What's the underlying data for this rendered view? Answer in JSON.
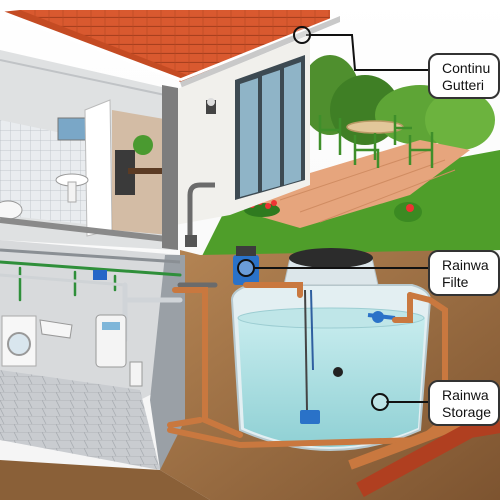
{
  "callouts": [
    {
      "id": "guttering",
      "line1": "Continu",
      "line2": "Gutteri"
    },
    {
      "id": "filter",
      "line1": "Rainwa",
      "line2": "Filte"
    },
    {
      "id": "storage",
      "line1": "Rainwa",
      "line2": "Storage"
    }
  ],
  "colors": {
    "roof": "#d4552f",
    "wall": "#f0efeb",
    "pipe": "#c9783f",
    "soil": "#9a6b3e",
    "grass": "#4f9e2a",
    "water": "#a8dde0",
    "tank": "#e3eff2",
    "patio": "#e6a57d",
    "basement_floor": "#c5c8cc"
  },
  "icons": [
    "marker-circle-icon",
    "pump-icon",
    "washing-machine-icon",
    "sink-icon",
    "boiler-icon"
  ]
}
